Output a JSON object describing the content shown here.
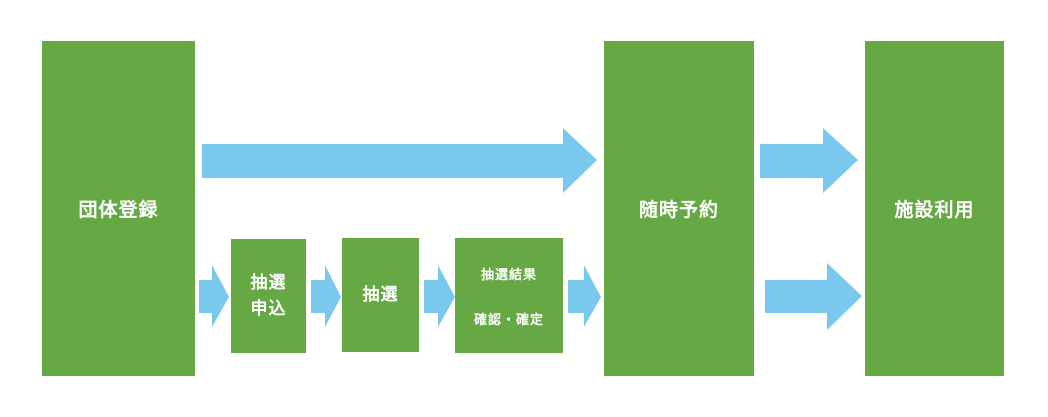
{
  "colors": {
    "box": "#65a844",
    "arrow": "#7bc8ee",
    "text": "#ffffff"
  },
  "steps": {
    "group_registration": "団体登録",
    "lottery_application_line1": "抽選",
    "lottery_application_line2": "申込",
    "lottery": "抽選",
    "lottery_result_line1": "抽選結果",
    "lottery_result_line2": "確認・確定",
    "anytime_reservation": "随時予約",
    "facility_use": "施設利用"
  }
}
